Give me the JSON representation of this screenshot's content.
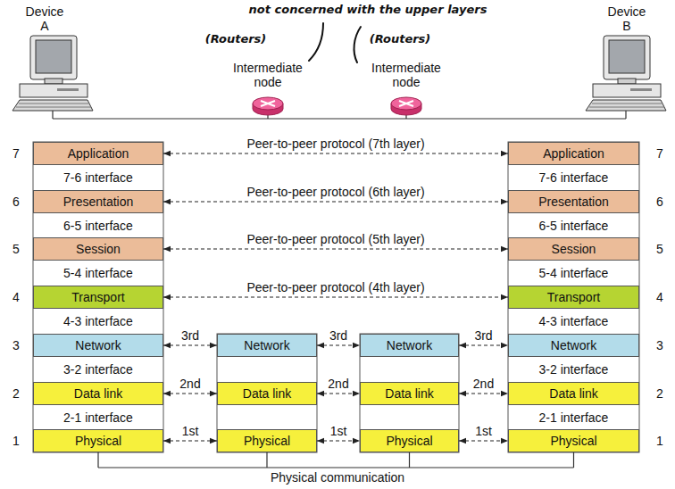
{
  "diagram": {
    "nodes": [
      {
        "text": [
          "Application"
        ]
      },
      {
        "text": [
          "Application"
        ]
      },
      {
        "text": [
          "Presentation"
        ]
      },
      {
        "text": [
          "Presentation"
        ]
      },
      {
        "text": [
          "Session"
        ]
      },
      {
        "text": [
          "Session"
        ]
      },
      {
        "text": [
          "Transport"
        ]
      },
      {
        "text": [
          "Transport"
        ]
      },
      {
        "text": [
          "Network"
        ]
      },
      {
        "text": [
          "Network"
        ]
      },
      {
        "text": [
          "Network"
        ]
      },
      {
        "text": [
          "Network"
        ]
      },
      {
        "text": [
          "Data link"
        ]
      },
      {
        "text": [
          "Data link"
        ]
      },
      {
        "text": [
          "Data link"
        ]
      },
      {
        "text": [
          "Data link"
        ]
      },
      {
        "text": [
          "Physical"
        ]
      },
      {
        "text": [
          "Physical"
        ]
      },
      {
        "text": [
          "Physical"
        ]
      },
      {
        "text": [
          "Physical"
        ]
      }
    ],
    "edges": [
      {
        "from": 0,
        "to": 1,
        "label": "Peer-to-peer protocol (7th layer)",
        "arrow": "both"
      },
      {
        "from": 2,
        "to": 3,
        "label": "Peer-to-peer protocol (6th layer)",
        "arrow": "both"
      },
      {
        "from": 4,
        "to": 5,
        "label": "Peer-to-peer protocol (5th layer)",
        "arrow": "both"
      },
      {
        "from": 6,
        "to": 7,
        "label": "Peer-to-peer protocol (4th layer)",
        "arrow": "both"
      },
      {
        "from": 8,
        "to": 9,
        "label": "3rd",
        "arrow": "both"
      },
      {
        "from": 9,
        "to": 10,
        "label": "3rd",
        "arrow": "both"
      },
      {
        "from": 10,
        "to": 11,
        "label": "3rd",
        "arrow": "both"
      },
      {
        "from": 12,
        "to": 13,
        "label": "2nd",
        "arrow": "both"
      },
      {
        "from": 13,
        "to": 14,
        "label": "2nd",
        "arrow": "both"
      },
      {
        "from": 14,
        "to": 15,
        "label": "2nd",
        "arrow": "both"
      },
      {
        "from": 16,
        "to": 17,
        "label": "1st",
        "arrow": "both"
      },
      {
        "from": 17,
        "to": 18,
        "label": "1st",
        "arrow": "both"
      },
      {
        "from": 18,
        "to": 19,
        "label": "1st",
        "arrow": "both"
      }
    ],
    "labels": [
      "Device A",
      "Device B",
      "not concerned with the upper layers",
      "(Routers)",
      "(Routers)",
      "Intermediate node",
      "Intermediate node",
      "7",
      "6",
      "5",
      "4",
      "3",
      "2",
      "1",
      "7-6 interface",
      "6-5 interface",
      "5-4 interface",
      "4-3 interface",
      "3-2 interface",
      "2-1 interface",
      "7",
      "6",
      "5",
      "4",
      "3",
      "2",
      "1",
      "7-6 interface",
      "6-5 interface",
      "5-4 interface",
      "4-3 interface",
      "3-2 interface",
      "2-1 interface",
      "Physical communication"
    ]
  }
}
